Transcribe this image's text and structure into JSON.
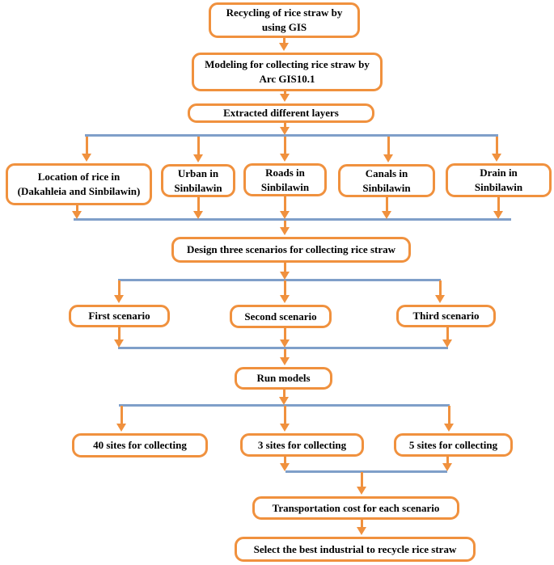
{
  "figure": {
    "type": "flowchart"
  },
  "flowchart": {
    "boxes": {
      "recycling": {
        "label": "Recycling of rice straw by\nusing GIS"
      },
      "modeling": {
        "label": "Modeling for collecting rice straw by\nArc GIS10.1"
      },
      "extracted": {
        "label": "Extracted different layers"
      },
      "location": {
        "label": "Location of rice in\n(Dakahleia and Sinbilawin)"
      },
      "urban": {
        "label": "Urban in\nSinbilawin"
      },
      "roads": {
        "label": "Roads in\nSinbilawin"
      },
      "canals": {
        "label": "Canals in\nSinbilawin"
      },
      "drain": {
        "label": "Drain in\nSinbilawin"
      },
      "design": {
        "label": "Design three scenarios for collecting rice straw"
      },
      "first": {
        "label": "First scenario"
      },
      "second": {
        "label": "Second scenario"
      },
      "third": {
        "label": "Third scenario"
      },
      "run": {
        "label": "Run models"
      },
      "sites40": {
        "label": "40 sites for collecting"
      },
      "sites3": {
        "label": "3 sites for collecting"
      },
      "sites5": {
        "label": "5 sites for collecting"
      },
      "transport": {
        "label": "Transportation cost for each scenario"
      },
      "select_best": {
        "label": "Select the best industrial to recycle rice straw"
      }
    }
  },
  "colors": {
    "box_border": "#F0913E",
    "arrow": "#F0913E",
    "collector_line": "#7F9FC9",
    "text": "#000000",
    "background": "#FFFFFF"
  }
}
